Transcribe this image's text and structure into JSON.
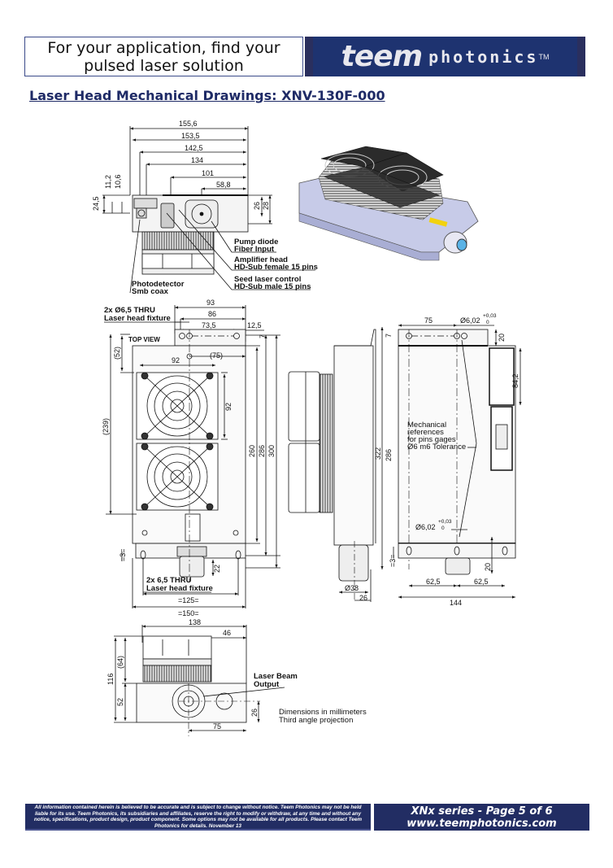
{
  "header": {
    "tagline_line1": "For your application, find your",
    "tagline_line2": "pulsed laser solution",
    "logo_bold": "teem",
    "logo_light": "photonics",
    "logo_tm": "TM",
    "brand_color": "#1e3370"
  },
  "page_title": "Laser Head Mechanical Drawings: XNV-130F-000",
  "front_view": {
    "dims_horizontal": [
      "155,6",
      "153,5",
      "142,5",
      "134",
      "101",
      "58,8"
    ],
    "dims_vertical": [
      "24,5",
      "11,2",
      "10,6",
      "26",
      "28"
    ],
    "callouts": [
      {
        "line1": "Pump diode",
        "line2": "Fiber Input"
      },
      {
        "line1": "Amplifier head",
        "line2": "HD-Sub female 15 pins"
      },
      {
        "line1": "Seed laser control",
        "line2": "HD-Sub male 15 pins"
      },
      {
        "line1": "Photodetector",
        "line2": "Smb coax"
      }
    ]
  },
  "top_view": {
    "label": "TOP VIEW",
    "fixture_top": {
      "line1": "2x Ø6,5 THRU",
      "line2": "Laser head fixture"
    },
    "fixture_bottom": {
      "line1": "2x 6,5 THRU",
      "line2": "Laser head fixture"
    },
    "dims_top": [
      "93",
      "86",
      "73,5",
      "12,5",
      "7"
    ],
    "dims_inner": [
      "(75)",
      "92",
      "92",
      "(52)",
      "(239)"
    ],
    "dims_right": [
      "260",
      "286",
      "300"
    ],
    "dims_bottom": [
      "=3=",
      "22",
      "=125=",
      "=150="
    ]
  },
  "side_view": {
    "dims": [
      "322",
      "286",
      "7",
      "=3=",
      "Ø38",
      "26"
    ]
  },
  "back_view": {
    "dims": [
      "75",
      "20",
      "84,2",
      "62,5",
      "62,5",
      "144",
      "20"
    ],
    "tolerance_top": {
      "value": "Ø6,02",
      "upper": "+0,03",
      "lower": "0"
    },
    "tolerance_bottom": {
      "value": "Ø6,02",
      "upper": "+0,03",
      "lower": "0"
    },
    "note_lines": [
      "Mechanical",
      "references",
      "for pins gages",
      "Ø6 m6 Tolerance"
    ]
  },
  "end_view": {
    "dims": [
      "138",
      "46",
      "116",
      "(64)",
      "52",
      "26",
      "75"
    ],
    "callout": {
      "line1": "Laser Beam",
      "line2": "Output"
    },
    "notes": [
      "Dimensions in millimeters",
      "Third angle projection"
    ]
  },
  "footer": {
    "disclaimer_lines": [
      "All information contained herein is believed to be accurate and is subject to change without notice. Teem Photonics may not be held",
      "liable for its use. Teem Photonics, its subsidiaries and affiliates, reserve the right to modify or withdraw, at any time and without any",
      "notice, specifications, product design, product component. Some options may not be available for all products. Please contact Teem",
      "Photonics for details. November 13"
    ],
    "series_page": "XNx series - Page 5 of 6",
    "website": "www.teemphotonics.com",
    "footer_color": "#222d63"
  }
}
